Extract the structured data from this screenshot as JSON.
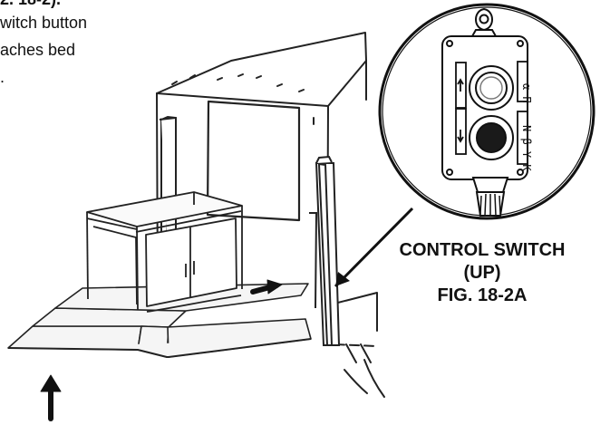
{
  "instructions_excerpt": {
    "line_0": "2. 18-2).",
    "line_1": "witch button",
    "line_2": "aches bed",
    "line_3": "."
  },
  "figure_caption": {
    "line_1": "CONTROL SWITCH",
    "line_2": "(UP)",
    "line_3": "FIG. 18-2A"
  },
  "control_box_labels": {
    "upper": "α Π",
    "lower": "N β Y K"
  }
}
